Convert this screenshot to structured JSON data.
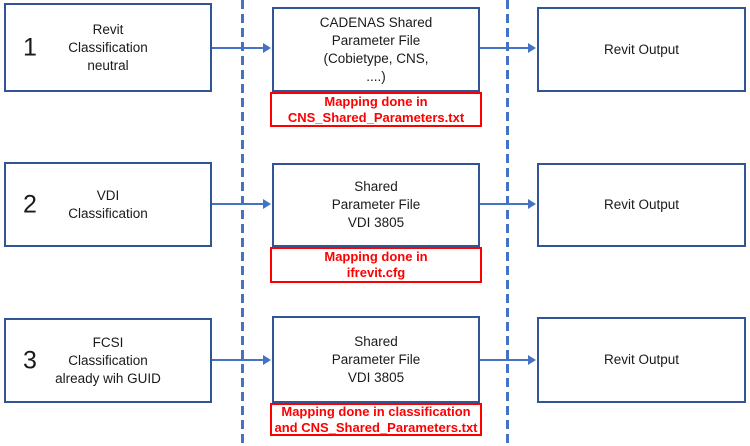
{
  "diagram": {
    "colors": {
      "box_border": "#2F5597",
      "connector": "#4472C4",
      "annotation": "#FF0000",
      "text": "#1a1a1a"
    },
    "rows": [
      {
        "number": "1",
        "input": "Revit\nClassification\nneutral",
        "process": "CADENAS Shared\nParameter File\n(Cobietype, CNS,\n....)",
        "annotation": "Mapping done in\nCNS_Shared_Parameters.txt",
        "output": "Revit Output"
      },
      {
        "number": "2",
        "input": "VDI\nClassification",
        "process": "Shared\nParameter File\nVDI 3805",
        "annotation": "Mapping done in\nifrevit.cfg",
        "output": "Revit Output"
      },
      {
        "number": "3",
        "input": "FCSI\nClassification\nalready wih GUID",
        "process": "Shared\nParameter File\nVDI 3805",
        "annotation": "Mapping done in classification\nand CNS_Shared_Parameters.txt",
        "output": "Revit Output"
      }
    ]
  }
}
